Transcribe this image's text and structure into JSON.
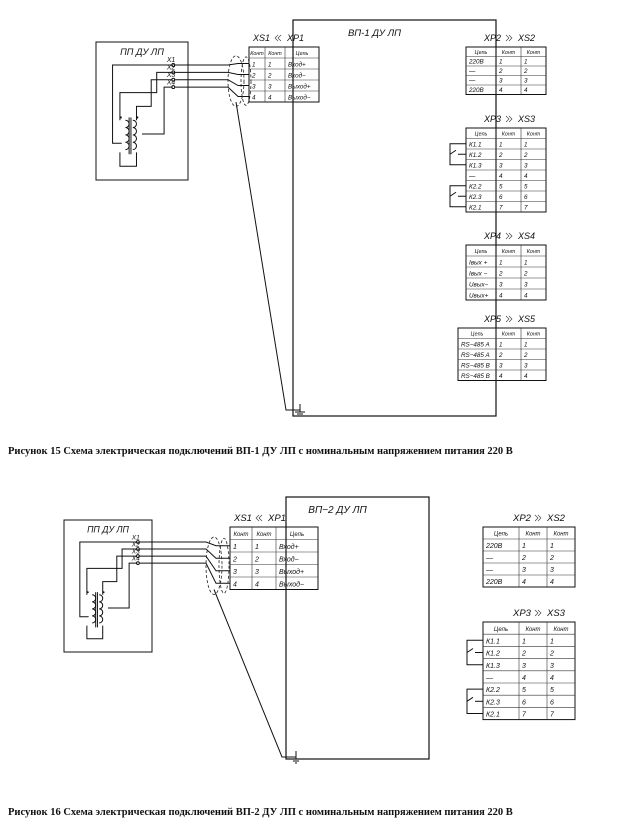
{
  "fig1": {
    "caption": "Рисунок 15 Схема электрическая подключений ВП-1 ДУ ЛП с номинальным напряжением питания 220 В",
    "device": "ВП-1 ДУ ЛП",
    "sensor": "ПП ДУ ЛП",
    "pins": [
      "X1",
      "X2",
      "X3",
      "X4"
    ],
    "left_conn": {
      "name_a": "XS1",
      "name_b": "XP1",
      "headers": [
        "Конт",
        "Конт",
        "Цепь"
      ],
      "rows": [
        [
          "1",
          "1",
          "Вход+"
        ],
        [
          "2",
          "2",
          "Вход−"
        ],
        [
          "3",
          "3",
          "Выход+"
        ],
        [
          "4",
          "4",
          "Выход−"
        ]
      ]
    },
    "right_conns": [
      {
        "name_a": "XP2",
        "name_b": "XS2",
        "headers": [
          "Цепь",
          "Конт",
          "Конт"
        ],
        "rows": [
          [
            "220В",
            "1",
            "1"
          ],
          [
            "—",
            "2",
            "2"
          ],
          [
            "—",
            "3",
            "3"
          ],
          [
            "220В",
            "4",
            "4"
          ]
        ]
      },
      {
        "name_a": "XP3",
        "name_b": "XS3",
        "headers": [
          "Цепь",
          "Конт",
          "Конт"
        ],
        "rows": [
          [
            "К1.1",
            "1",
            "1"
          ],
          [
            "К1.2",
            "2",
            "2"
          ],
          [
            "К1.3",
            "3",
            "3"
          ],
          [
            "—",
            "4",
            "4"
          ],
          [
            "К2.2",
            "5",
            "5"
          ],
          [
            "К2.3",
            "6",
            "6"
          ],
          [
            "К2.1",
            "7",
            "7"
          ]
        ]
      },
      {
        "name_a": "XP4",
        "name_b": "XS4",
        "headers": [
          "Цепь",
          "Конт",
          "Конт"
        ],
        "rows": [
          [
            "Iвых +",
            "1",
            "1"
          ],
          [
            "Iвых −",
            "2",
            "2"
          ],
          [
            "Uвых−",
            "3",
            "3"
          ],
          [
            "Uвых+",
            "4",
            "4"
          ]
        ]
      },
      {
        "name_a": "XP5",
        "name_b": "XS5",
        "headers": [
          "Цепь",
          "Конт",
          "Конт"
        ],
        "rows": [
          [
            "RS−485 A",
            "1",
            "1"
          ],
          [
            "RS−485 A",
            "2",
            "2"
          ],
          [
            "RS−485 B",
            "3",
            "3"
          ],
          [
            "RS−485 B",
            "4",
            "4"
          ]
        ]
      }
    ]
  },
  "fig2": {
    "caption": "Рисунок 16 Схема электрическая подключений ВП-2 ДУ ЛП с номинальным напряжением питания 220 В",
    "device": "ВП−2 ДУ ЛП",
    "sensor": "ПП ДУ ЛП",
    "pins": [
      "X1",
      "X2",
      "X3",
      "X4"
    ],
    "left_conn": {
      "name_a": "XS1",
      "name_b": "XP1",
      "headers": [
        "Конт",
        "Конт",
        "Цепь"
      ],
      "rows": [
        [
          "1",
          "1",
          "Вход+"
        ],
        [
          "2",
          "2",
          "Вход−"
        ],
        [
          "3",
          "3",
          "Выход+"
        ],
        [
          "4",
          "4",
          "Выход−"
        ]
      ]
    },
    "right_conns": [
      {
        "name_a": "XP2",
        "name_b": "XS2",
        "headers": [
          "Цепь",
          "Конт",
          "Конт"
        ],
        "rows": [
          [
            "220В",
            "1",
            "1"
          ],
          [
            "—",
            "2",
            "2"
          ],
          [
            "—",
            "3",
            "3"
          ],
          [
            "220В",
            "4",
            "4"
          ]
        ]
      },
      {
        "name_a": "XP3",
        "name_b": "XS3",
        "headers": [
          "Цепь",
          "Конт",
          "Конт"
        ],
        "rows": [
          [
            "К1.1",
            "1",
            "1"
          ],
          [
            "К1.2",
            "2",
            "2"
          ],
          [
            "К1.3",
            "3",
            "3"
          ],
          [
            "—",
            "4",
            "4"
          ],
          [
            "К2.2",
            "5",
            "5"
          ],
          [
            "К2.3",
            "6",
            "6"
          ],
          [
            "К2.1",
            "7",
            "7"
          ]
        ]
      }
    ]
  }
}
